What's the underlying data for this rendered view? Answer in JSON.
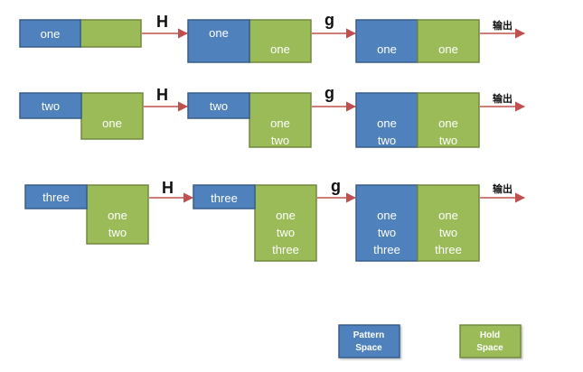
{
  "colors": {
    "pattern": "#4f81bd",
    "pattern_border": "#385d8a",
    "hold": "#9bbb59",
    "hold_border": "#71893f",
    "arrow": "#c0504d"
  },
  "rows": [
    {
      "input_pattern": [
        "one"
      ],
      "input_hold": [],
      "op1": "H",
      "after_h_pattern": [
        "one"
      ],
      "after_h_hold": [
        "one"
      ],
      "op2": "g",
      "after_g_pattern": [
        "one"
      ],
      "after_g_hold": [
        "one"
      ],
      "output": "输出"
    },
    {
      "input_pattern": [
        "two"
      ],
      "input_hold": [
        "one"
      ],
      "op1": "H",
      "after_h_pattern": [
        "two"
      ],
      "after_h_hold": [
        "one",
        "two"
      ],
      "op2": "g",
      "after_g_pattern": [
        "one",
        "two"
      ],
      "after_g_hold": [
        "one",
        "two"
      ],
      "output": "输出"
    },
    {
      "input_pattern": [
        "three"
      ],
      "input_hold": [
        "one",
        "two"
      ],
      "op1": "H",
      "after_h_pattern": [
        "three"
      ],
      "after_h_hold": [
        "one",
        "two",
        "three"
      ],
      "op2": "g",
      "after_g_pattern": [
        "one",
        "two",
        "three"
      ],
      "after_g_hold": [
        "one",
        "two",
        "three"
      ],
      "output": "输出"
    }
  ],
  "legend": {
    "pattern_lines": [
      "Pattern",
      "Space"
    ],
    "hold_lines": [
      "Hold",
      "Space"
    ]
  }
}
